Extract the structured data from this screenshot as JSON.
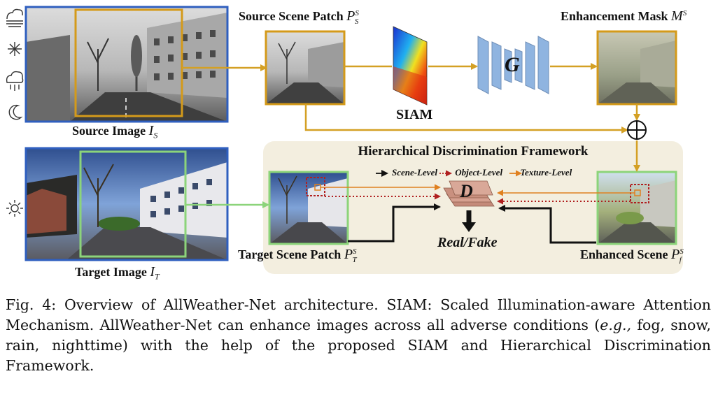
{
  "colors": {
    "blue_frame": "#2f5fbf",
    "orange_frame": "#d49a1a",
    "green_frame": "#8cd47a",
    "flow_arrow": "#d4a024",
    "hdf_background": "#f3eedf",
    "generator_blue": "#8fb4e0",
    "discriminator_brown": "#c9907f",
    "dotted_red": "#b02020",
    "texture_orange": "#e08020"
  },
  "icons": [
    "fog-icon",
    "snow-icon",
    "rain-icon",
    "night-moon-icon",
    "sun-icon"
  ],
  "labels": {
    "source_image": "Source Image",
    "source_image_sym": "I",
    "source_image_sub": "S",
    "target_image": "Target Image",
    "target_image_sym": "I",
    "target_image_sub": "T",
    "source_patch": "Source Scene Patch",
    "source_patch_sym": "P",
    "source_patch_sub": "S",
    "source_patch_sup": "S",
    "enhancement_mask": "Enhancement Mask",
    "mask_sym": "M",
    "mask_sup": "S",
    "siam": "SIAM",
    "generator": "G",
    "discriminator": "D",
    "real_fake": "Real/Fake",
    "target_patch": "Target Scene Patch",
    "target_patch_sym": "P",
    "target_patch_sub": "T",
    "target_patch_sup": "S",
    "enhanced_scene": "Enhanced Scene",
    "enhanced_sym": "P",
    "enhanced_sub": "f",
    "enhanced_sup": "S",
    "hdf_title": "Hierarchical Discrimination Framework",
    "legend_scene": "Scene-Level",
    "legend_object": "Object-Level",
    "legend_texture": "Texture-Level",
    "plus": "⊕"
  },
  "caption": {
    "fig_label": "Fig. 4:",
    "text": "Overview of AllWeather-Net architecture. SIAM: Scaled Illumination-aware Attention Mechanism. AllWeather-Net can enhance images across all adverse conditions (",
    "eg": "e.g.,",
    "text2": " fog, snow, rain, nighttime) with the help of the proposed SIAM and Hierarchical Discrimination Framework."
  }
}
